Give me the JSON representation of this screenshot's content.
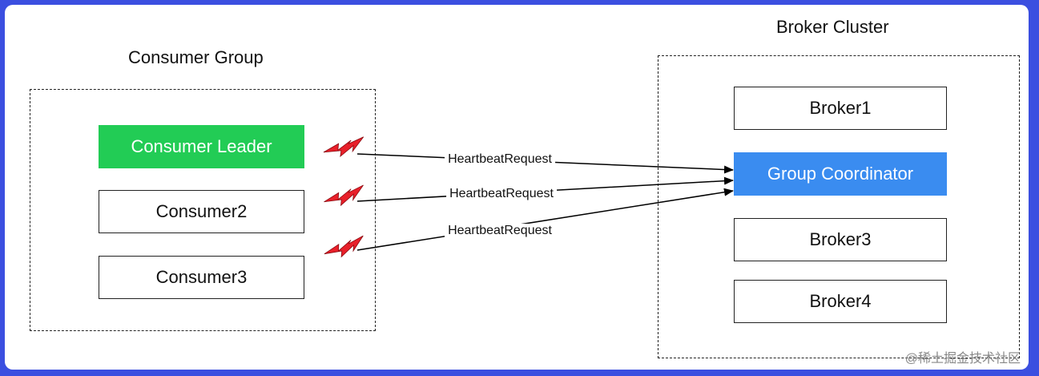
{
  "consumer_group": {
    "title": "Consumer Group",
    "members": [
      "Consumer Leader",
      "Consumer2",
      "Consumer3"
    ]
  },
  "broker_cluster": {
    "title": "Broker Cluster",
    "brokers": [
      "Broker1",
      "Group Coordinator",
      "Broker3",
      "Broker4"
    ]
  },
  "edges": [
    {
      "from": "Consumer Leader",
      "to": "Group Coordinator",
      "label": "HeartbeatRequest"
    },
    {
      "from": "Consumer2",
      "to": "Group Coordinator",
      "label": "HeartbeatRequest"
    },
    {
      "from": "Consumer3",
      "to": "Group Coordinator",
      "label": "HeartbeatRequest"
    }
  ],
  "watermark": "@稀土掘金技术社区",
  "colors": {
    "leader": "#22cc55",
    "coordinator": "#3a8cf0",
    "lightning": "#e8202a",
    "border": "#3b4fe0"
  },
  "icons": [
    "lightning-icon"
  ]
}
